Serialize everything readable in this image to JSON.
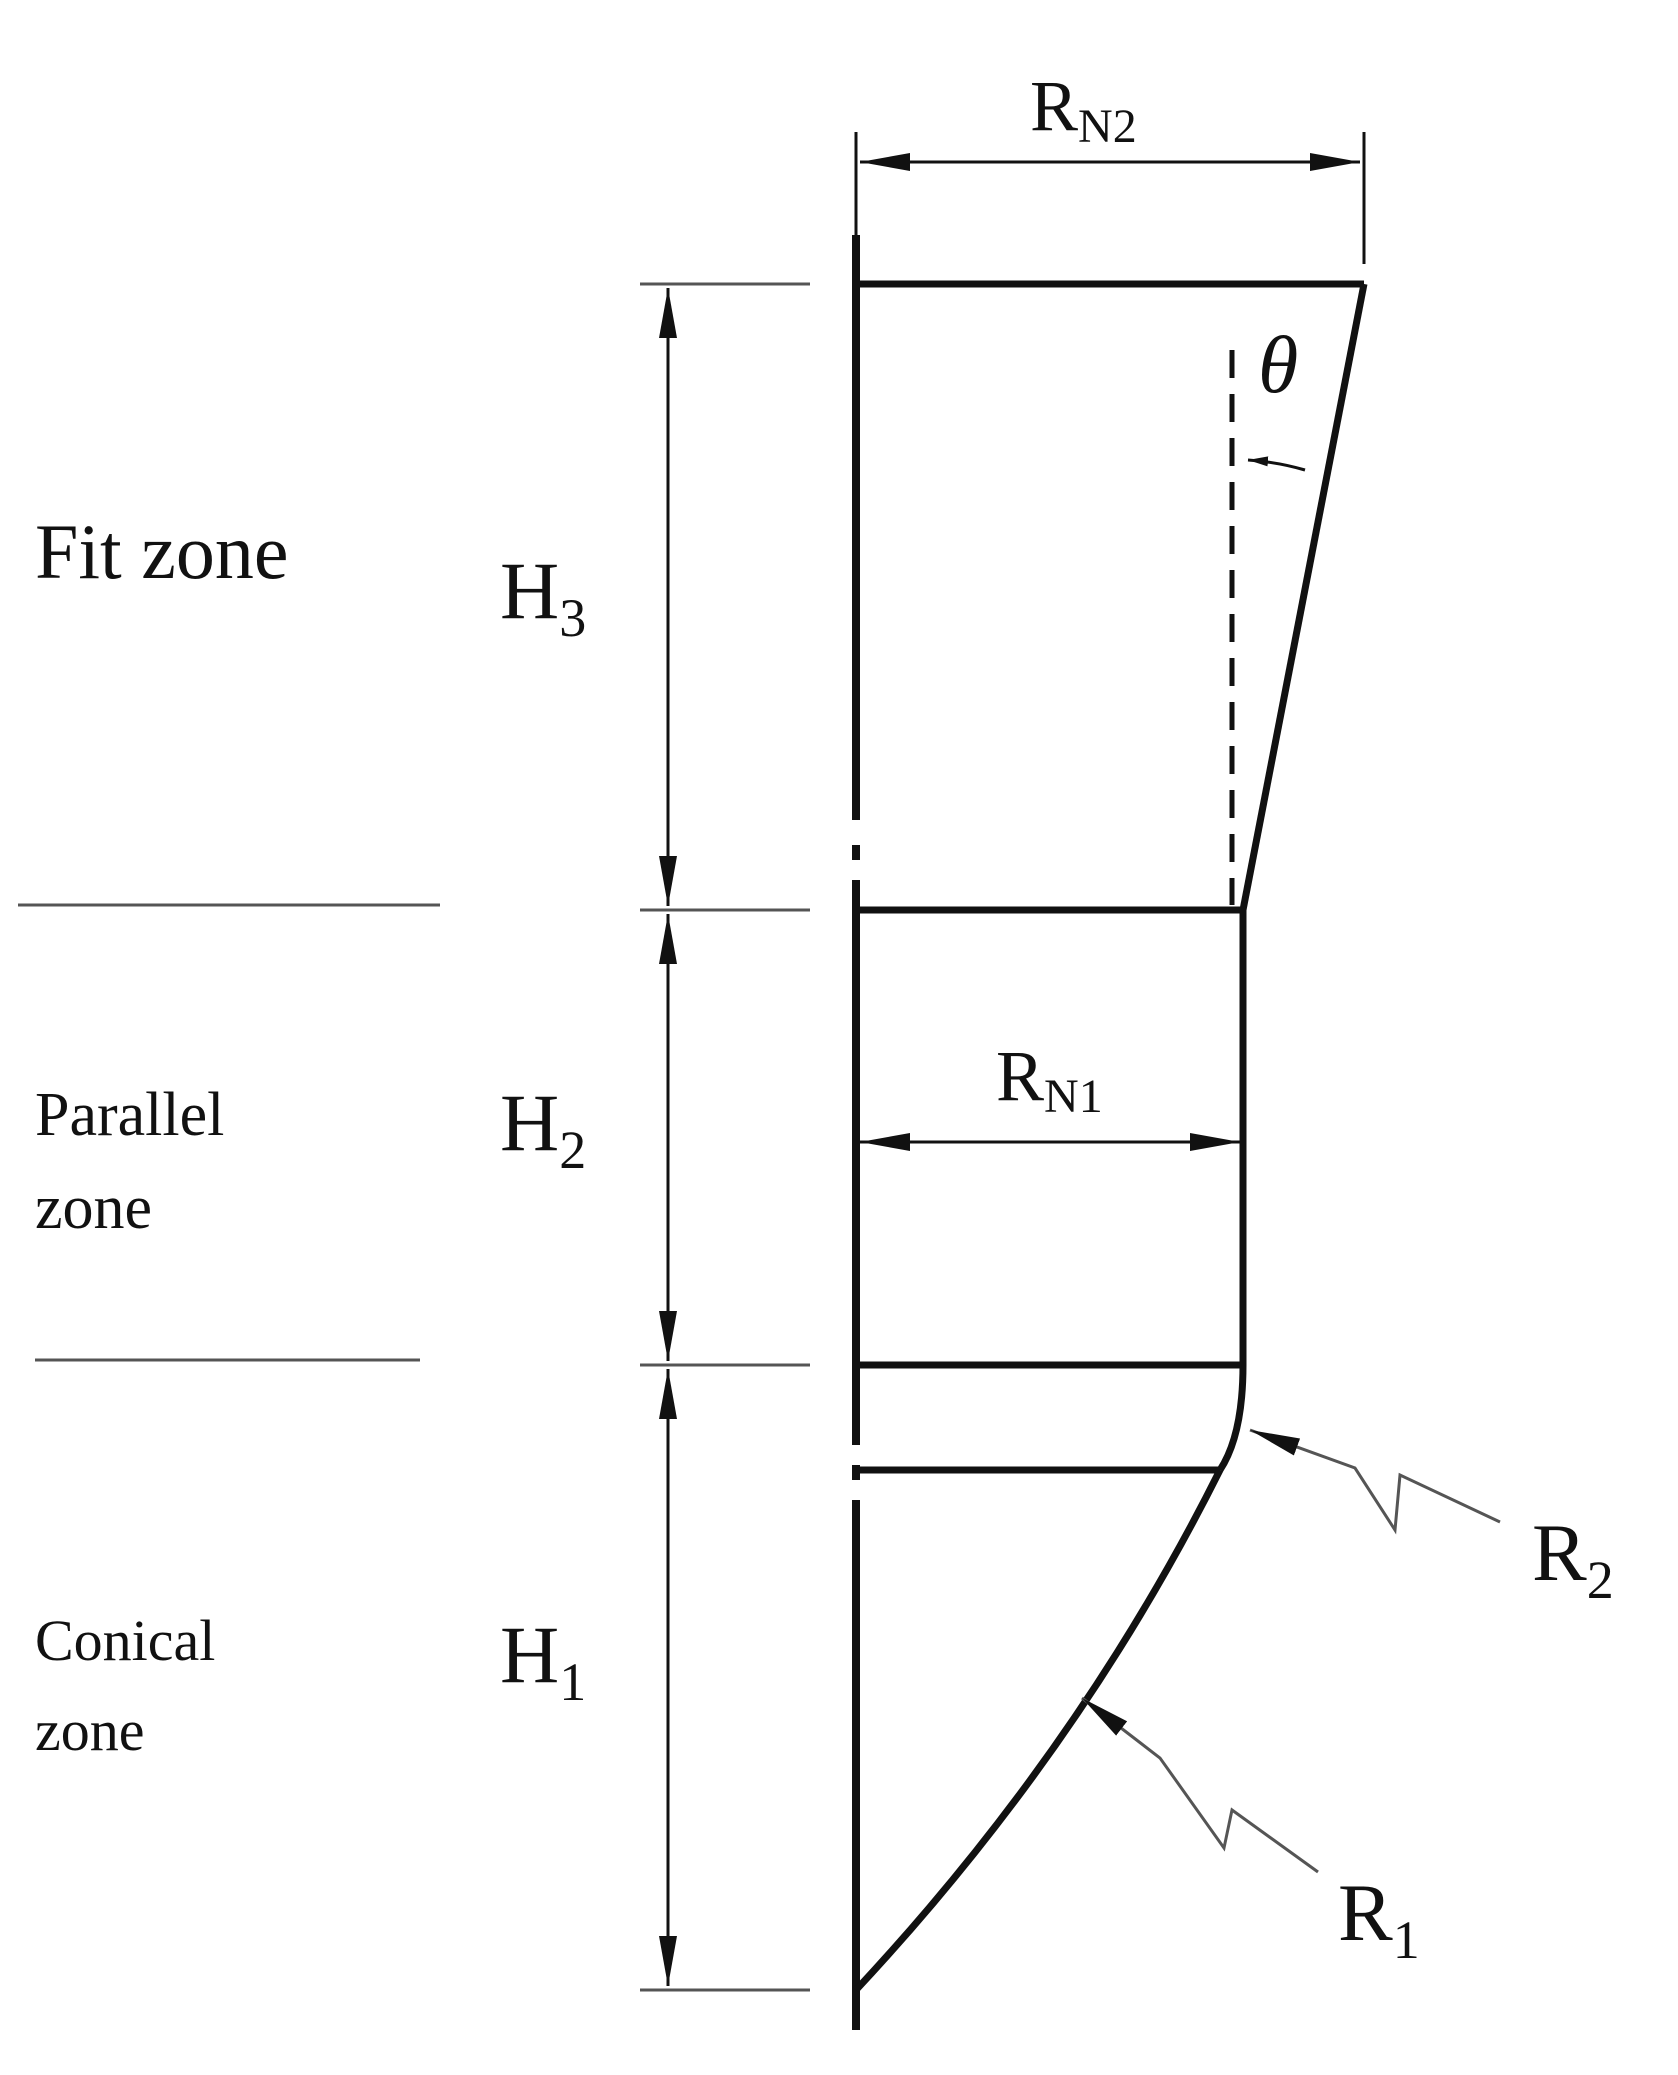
{
  "zone_labels": {
    "fit": "Fit zone",
    "parallel_line1": "Parallel",
    "parallel_line2": "zone",
    "conical_line1": "Conical",
    "conical_line2": "zone"
  },
  "dimensions": {
    "h3": {
      "base": "H",
      "sub": "3"
    },
    "h2": {
      "base": "H",
      "sub": "2"
    },
    "h1": {
      "base": "H",
      "sub": "1"
    },
    "rn2": {
      "base": "R",
      "sub": "N2"
    },
    "rn1": {
      "base": "R",
      "sub": "N1"
    },
    "r2": {
      "base": "R",
      "sub": "2"
    },
    "r1": {
      "base": "R",
      "sub": "1"
    },
    "theta": "θ"
  },
  "colors": {
    "line": "#111111",
    "thin_line": "#555555",
    "background": "#ffffff"
  }
}
